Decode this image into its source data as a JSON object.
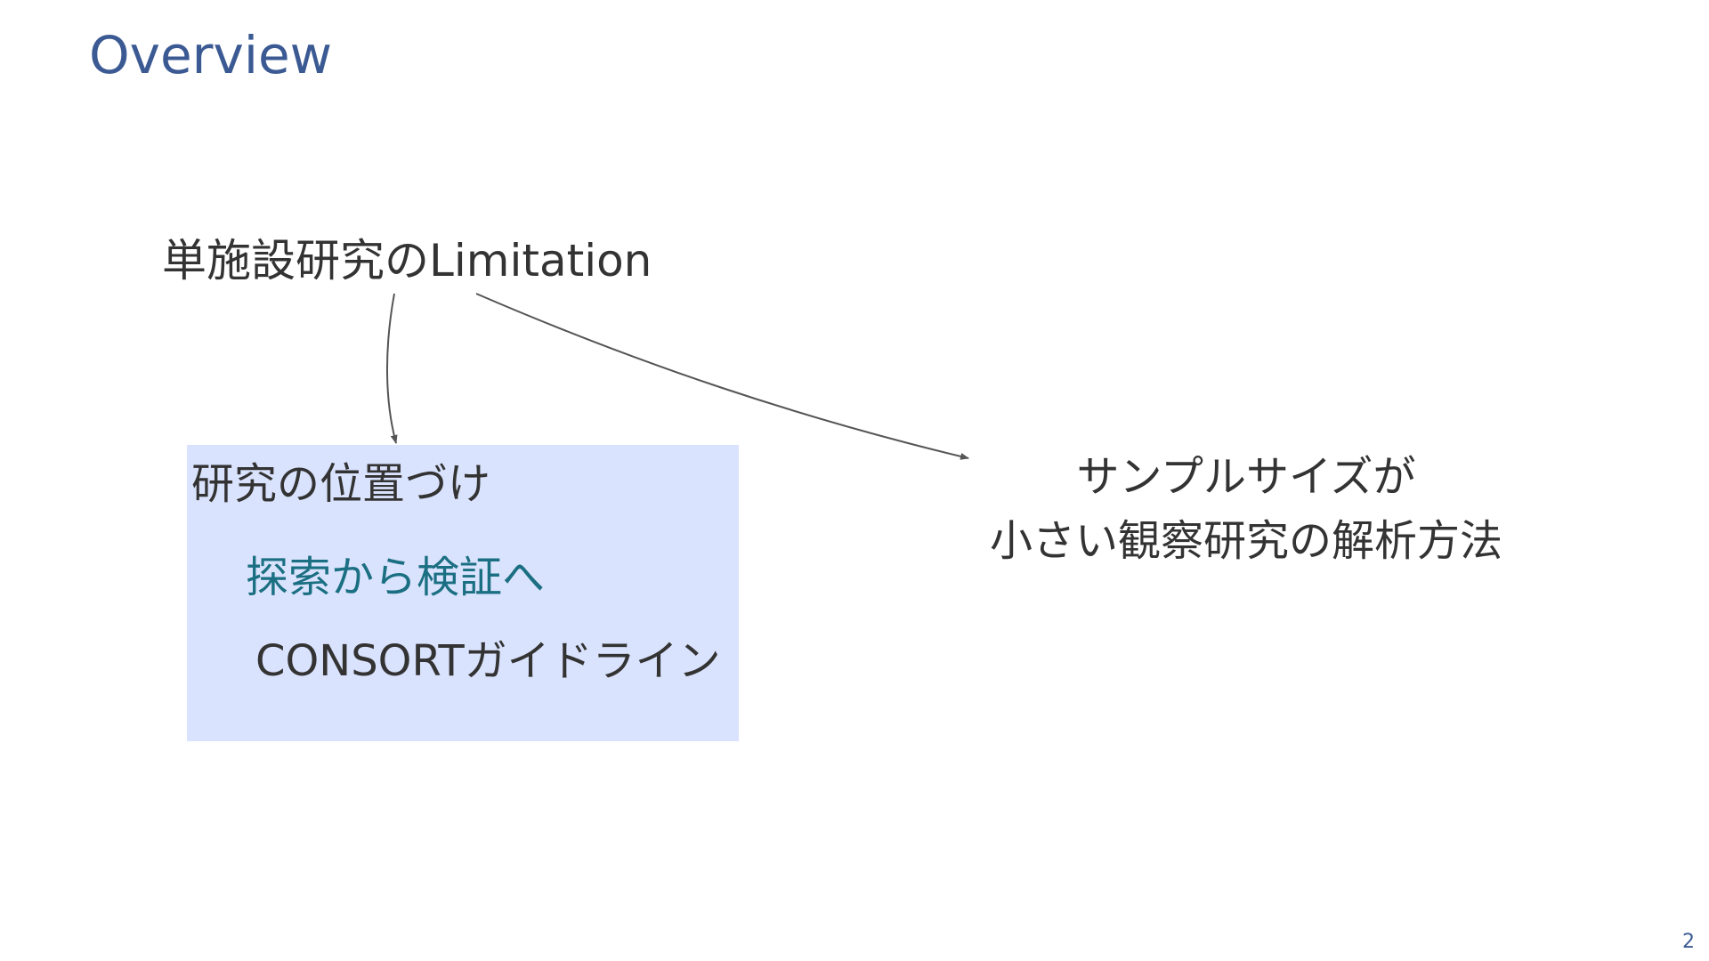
{
  "slide": {
    "title": "Overview",
    "page_number": "2"
  },
  "diagram": {
    "root": "単施設研究のLimitation",
    "left_box": {
      "heading": "研究の位置づけ",
      "items": [
        "探索から検証へ",
        "CONSORTガイドライン"
      ]
    },
    "right_node": {
      "lines": [
        "サンプルサイズが",
        "小さい観察研究の解析方法"
      ]
    },
    "colors": {
      "title": "#3b5a93",
      "text": "#333333",
      "accent_item": "#1b6f82",
      "box_fill": "#dae3fd",
      "arrow": "#555555"
    }
  }
}
